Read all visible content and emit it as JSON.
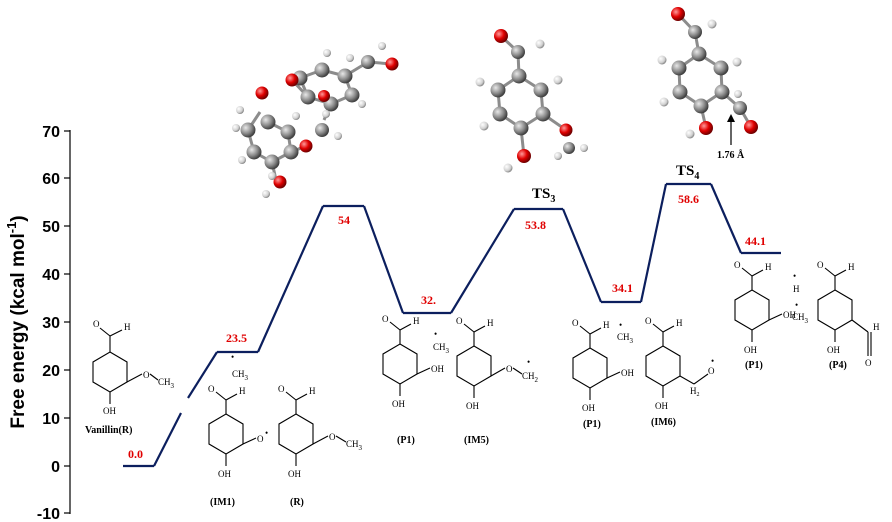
{
  "diagram": {
    "y_axis": {
      "label_main": "Free energy (kcal mol",
      "label_exp": "-1",
      "label_close": ")",
      "ticks": [
        "70",
        "60",
        "50",
        "40",
        "30",
        "20",
        "10",
        "0",
        "-10"
      ]
    },
    "levels": [
      {
        "value": "0.0",
        "species": "Vanillin(R)"
      },
      {
        "value": "23.5",
        "species_a": "(IM1)",
        "species_b": "(R)"
      },
      {
        "value": "54"
      },
      {
        "value": "32.",
        "species_a": "(P1)",
        "species_b": "(IM5)"
      },
      {
        "value": "53.8",
        "ts_main": "TS",
        "ts_sub": "3"
      },
      {
        "value": "34.1",
        "species_a": "(P1)",
        "species_b": "(IM6)"
      },
      {
        "value": "58.6",
        "ts_main": "TS",
        "ts_sub": "4"
      },
      {
        "value": "44.1",
        "species_a": "(P1)",
        "species_b": "(P4)"
      }
    ],
    "annotation": "1.76 Å",
    "atoms": {
      "O": "O",
      "H": "H",
      "OH": "OH",
      "CH3": "CH",
      "CH3_sub": "3",
      "CH2_sub": "2",
      "radical": "•"
    }
  }
}
